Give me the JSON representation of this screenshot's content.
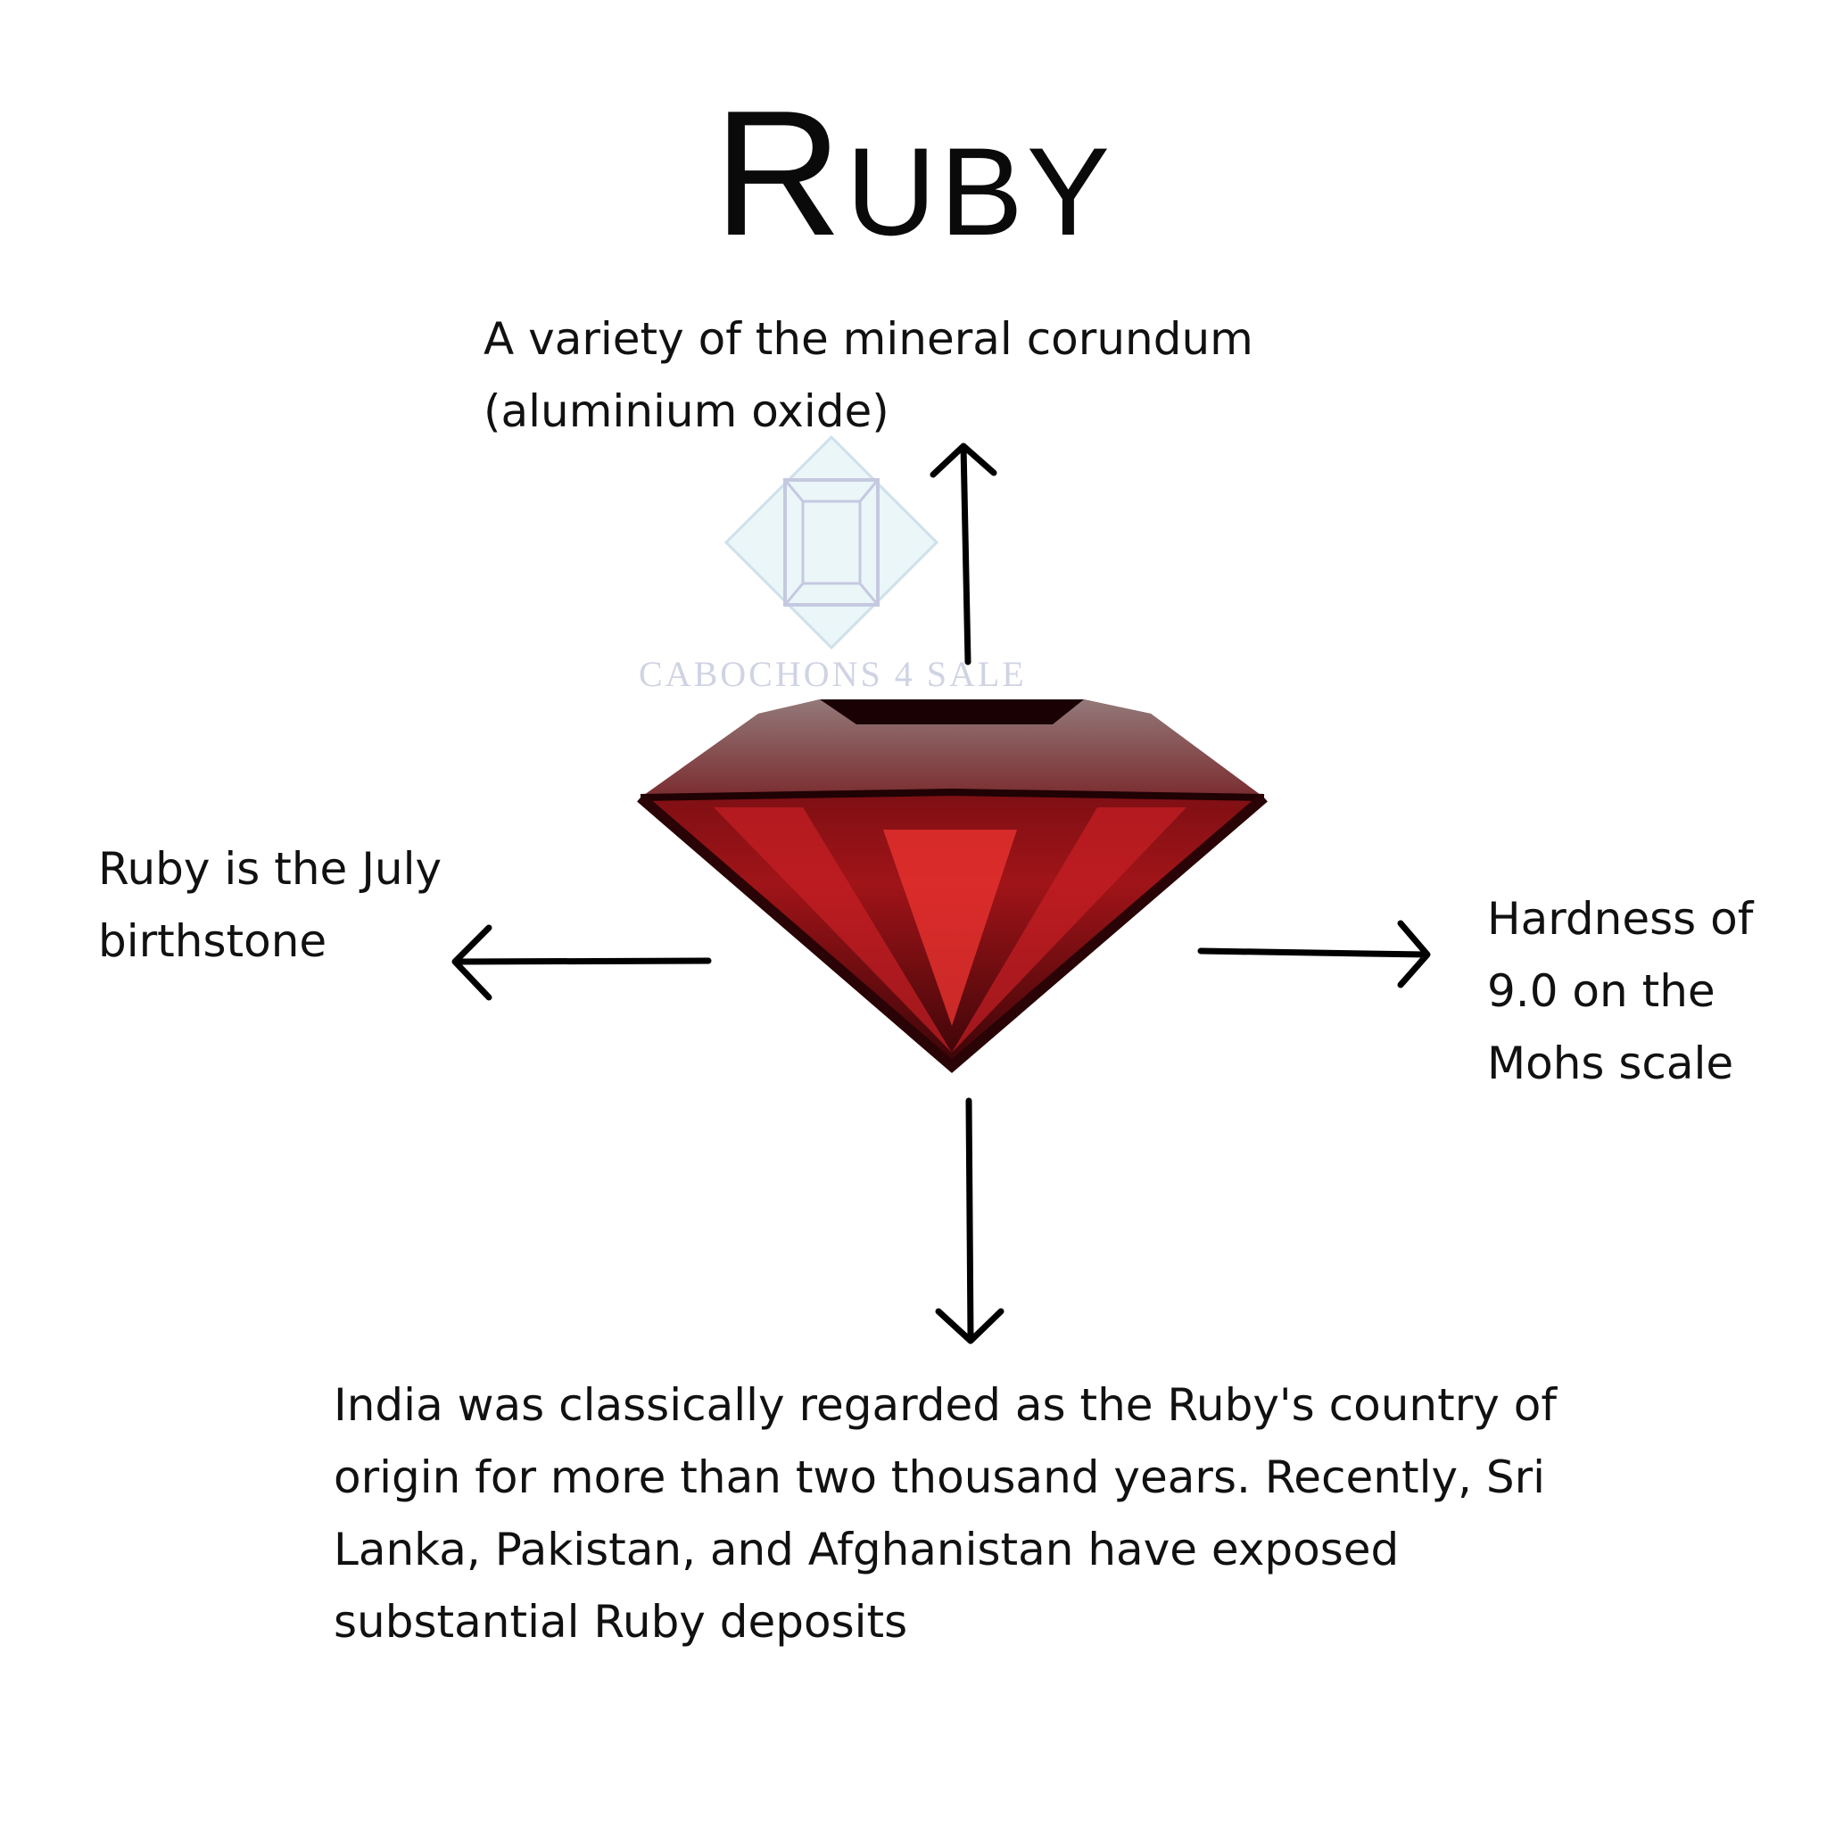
{
  "title": "Ruby",
  "watermark": {
    "text": "CABOCHONS 4 SALE",
    "icon": "radiant-cut-gem-diamond-logo"
  },
  "facts": {
    "top": [
      "A variety of the mineral corundum",
      "(aluminium oxide)"
    ],
    "left": [
      "Ruby is the July",
      "birthstone"
    ],
    "right": [
      "Hardness of",
      "9.0 on the",
      "Mohs scale"
    ],
    "bottom": [
      "India was classically regarded as the Ruby's country of",
      "origin for more than two thousand years. Recently, Sri",
      "Lanka, Pakistan, and Afghanistan have exposed",
      "substantial Ruby deposits"
    ]
  },
  "colors": {
    "gem": "#8b0f14",
    "gem_highlight": "#e8322f",
    "watermark": "#cfd3e3"
  }
}
